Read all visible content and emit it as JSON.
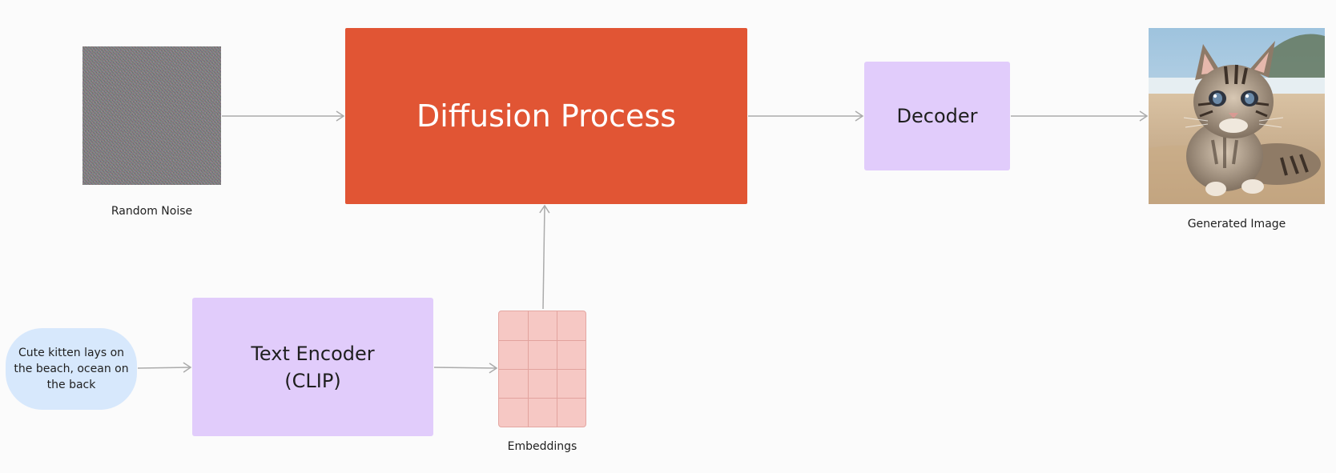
{
  "nodes": {
    "random_noise": {
      "label": "Random Noise"
    },
    "diffusion": {
      "label": "Diffusion Process"
    },
    "decoder": {
      "label": "Decoder"
    },
    "generated_image": {
      "label": "Generated Image"
    },
    "prompt": {
      "text": "Cute kitten lays on the beach, ocean on the back"
    },
    "text_encoder": {
      "line1": "Text Encoder",
      "line2": "(CLIP)"
    },
    "embeddings": {
      "label": "Embeddings",
      "rows": 4,
      "cols": 3
    }
  },
  "colors": {
    "diffusion": "#e15534",
    "decoder": "#e1ccfb",
    "text_encoder": "#e1ccfb",
    "prompt": "#d7e8fc",
    "embeddings": "#f6c8c4",
    "arrow": "#ababab"
  }
}
